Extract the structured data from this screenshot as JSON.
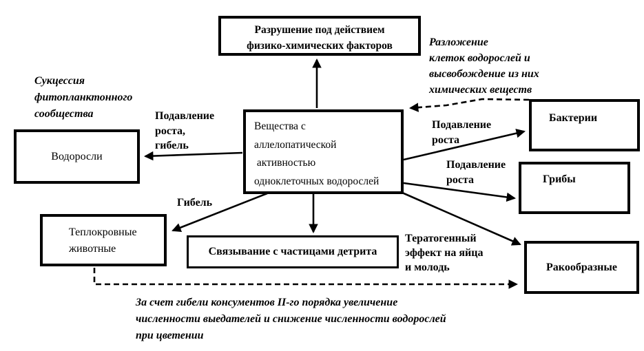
{
  "colors": {
    "background": "#ffffff",
    "ink": "#000000"
  },
  "boxes": {
    "destruction": {
      "label": "Разрушение под действием\nфизико-химических факторов"
    },
    "substances": {
      "label": "Вещества с\nаллелопатической\n активностью\nодноклеточных водорослей"
    },
    "algae": {
      "label": "Водоросли"
    },
    "warm_blooded": {
      "label": "Теплокровные\nживотные"
    },
    "detritus": {
      "label": "Связывание с частицами детрита"
    },
    "bacteria": {
      "label": "Бактерии"
    },
    "fungi": {
      "label": "Грибы"
    },
    "crustaceans": {
      "label": "Ракообразные"
    }
  },
  "edge_labels": {
    "suppress_algae": "Подавление\nроста,\nгибель",
    "death": "Гибель",
    "suppress_bacteria": "Подавление\nроста",
    "suppress_fungi": "Подавление\nроста",
    "teratogenic": "Тератогенный\nэффект на яйца\nи молодь"
  },
  "annotations": {
    "succession": "Сукцессия\nфитопланктонного\nсообщества",
    "decomposition": "Разложение\nклеток водорослей и\nвысвобождение из них\nхимических веществ",
    "consumers": "За счет гибели консументов II-го порядка увеличение\nчисленности выедателей и снижение численности водорослей\nпри цветении"
  }
}
